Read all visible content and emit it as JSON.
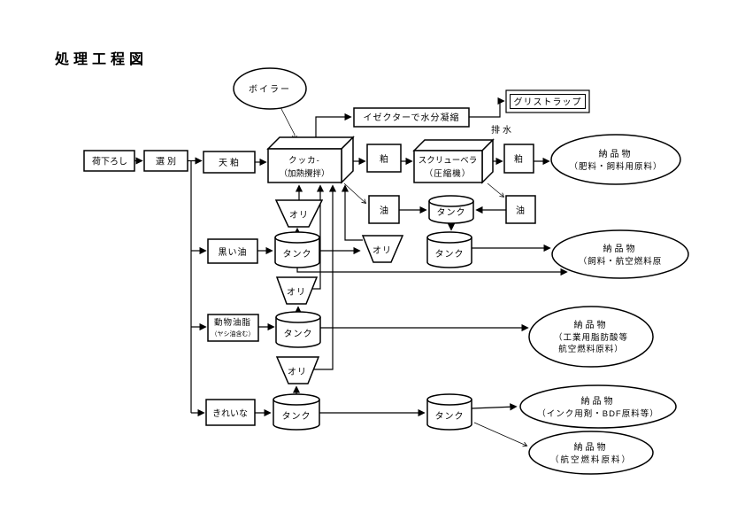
{
  "page": {
    "title": "処理工程図",
    "title_color": "#0000A0",
    "line_color": "#000000"
  },
  "labels": {
    "boiler": "ボイラー",
    "ejector": "イゼクターで水分凝縮",
    "grease_trap": "グリストラップ",
    "drain": "排水",
    "unload": "荷下ろし",
    "sort": "選別",
    "tenkasu": "天粕",
    "cooker_1": "クッカ-",
    "cooker_2": "（加熱攪拌）",
    "kasu": "粕",
    "screw_1": "スクリューベラ",
    "screw_2": "（圧縮機）",
    "oil": "油",
    "tank": "タンク",
    "ori": "オリ",
    "black_oil": "黒い油",
    "animal_fat_1": "動物油脂",
    "animal_fat_2": "（ヤシ油含む）",
    "clean": "きれいな"
  },
  "deliverables": {
    "d1": {
      "line1": "納品物",
      "line2": "（肥料・飼料用原料）"
    },
    "d2": {
      "line1": "納品物",
      "line2": "（飼料・航空燃料原"
    },
    "d3": {
      "line1": "納品物",
      "line2": "（工業用脂肪酸等",
      "line3": "航空燃料原料）"
    },
    "d4": {
      "line1": "納品物",
      "line2": "（インク用剤・BDF原料等）"
    },
    "d5": {
      "line1": "納品物",
      "line2": "（航空燃料原料）"
    }
  }
}
